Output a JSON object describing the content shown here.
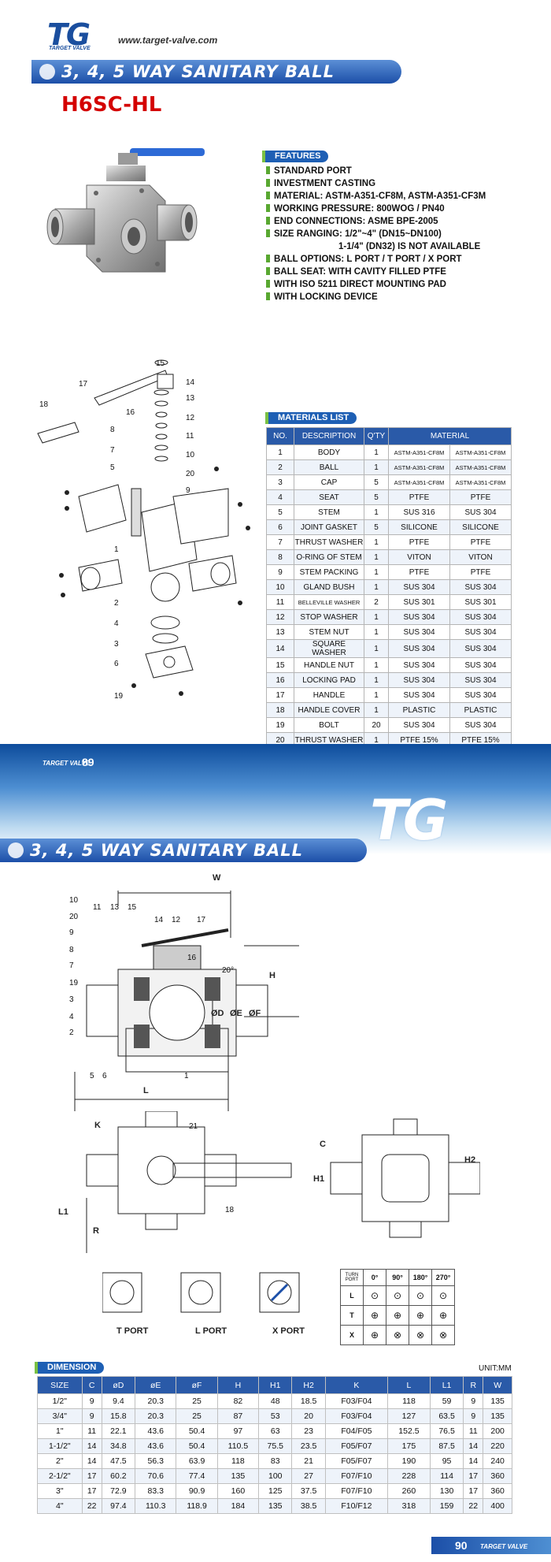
{
  "header": {
    "logo_text": "TG",
    "logo_sub": "TARGET VALVE",
    "url": "www.target-valve.com",
    "title": "3, 4, 5 WAY SANITARY BALL VALVE",
    "model": "H6SC-HL"
  },
  "features": {
    "heading": "FEATURES",
    "items": [
      "STANDARD PORT",
      "INVESTMENT CASTING",
      "MATERIAL: ASTM-A351-CF8M, ASTM-A351-CF3M",
      "WORKING PRESSURE: 800WOG / PN40",
      "END CONNECTIONS: ASME BPE-2005",
      "SIZE RANGING: 1/2\"~4\" (DN15~DN100)",
      "1-1/4\" (DN32) IS NOT AVAILABLE",
      "BALL OPTIONS: L PORT / T PORT / X PORT",
      "BALL SEAT: WITH CAVITY FILLED PTFE",
      "WITH ISO 5211 DIRECT MOUNTING PAD",
      "WITH LOCKING DEVICE"
    ]
  },
  "materials": {
    "heading": "MATERIALS LIST",
    "columns": [
      "NO.",
      "DESCRIPTION",
      "Q'TY",
      "MATERIAL"
    ],
    "rows": [
      [
        "1",
        "BODY",
        "1",
        "ASTM-A351-CF8M",
        "ASTM-A351-CF8M"
      ],
      [
        "2",
        "BALL",
        "1",
        "ASTM-A351-CF8M",
        "ASTM-A351-CF8M"
      ],
      [
        "3",
        "CAP",
        "5",
        "ASTM-A351-CF8M",
        "ASTM-A351-CF8M"
      ],
      [
        "4",
        "SEAT",
        "5",
        "PTFE",
        "PTFE"
      ],
      [
        "5",
        "STEM",
        "1",
        "SUS 316",
        "SUS 304"
      ],
      [
        "6",
        "JOINT GASKET",
        "5",
        "SILICONE",
        "SILICONE"
      ],
      [
        "7",
        "THRUST WASHER",
        "1",
        "PTFE",
        "PTFE"
      ],
      [
        "8",
        "O-RING OF STEM",
        "1",
        "VITON",
        "VITON"
      ],
      [
        "9",
        "STEM PACKING",
        "1",
        "PTFE",
        "PTFE"
      ],
      [
        "10",
        "GLAND BUSH",
        "1",
        "SUS 304",
        "SUS 304"
      ],
      [
        "11",
        "BELLEVILLE WASHER",
        "2",
        "SUS 301",
        "SUS 301"
      ],
      [
        "12",
        "STOP WASHER",
        "1",
        "SUS 304",
        "SUS 304"
      ],
      [
        "13",
        "STEM NUT",
        "1",
        "SUS 304",
        "SUS 304"
      ],
      [
        "14",
        "SQUARE WASHER",
        "1",
        "SUS 304",
        "SUS 304"
      ],
      [
        "15",
        "HANDLE NUT",
        "1",
        "SUS 304",
        "SUS 304"
      ],
      [
        "16",
        "LOCKING PAD",
        "1",
        "SUS 304",
        "SUS 304"
      ],
      [
        "17",
        "HANDLE",
        "1",
        "SUS 304",
        "SUS 304"
      ],
      [
        "18",
        "HANDLE COVER",
        "1",
        "PLASTIC",
        "PLASTIC"
      ],
      [
        "19",
        "BOLT",
        "20",
        "SUS 304",
        "SUS 304"
      ],
      [
        "20",
        "THRUST WASHER",
        "1",
        "PTFE 15%",
        "PTFE 15%"
      ]
    ]
  },
  "page1": {
    "footer_brand": "TARGET VALVE",
    "page_number": "89"
  },
  "page2": {
    "logo_text": "TG",
    "title": "3, 4, 5 WAY SANITARY BALL VALVE",
    "footer_brand": "TARGET VALVE",
    "page_number": "90"
  },
  "drawing": {
    "callouts_top": [
      "10",
      "20",
      "9",
      "8",
      "7",
      "19",
      "3",
      "4",
      "2",
      "11",
      "13",
      "15",
      "14",
      "12",
      "17",
      "16",
      "5",
      "6",
      "1"
    ],
    "dims": {
      "W": "W",
      "H": "H",
      "D": "ØD",
      "E": "ØE",
      "F": "ØF",
      "L": "L",
      "angle": "20°",
      "K": "K",
      "L1": "L1",
      "R": "R",
      "H1": "H1",
      "H2": "H2",
      "C": "C",
      "c21": "21",
      "c18": "18"
    },
    "port_labels": [
      "T PORT",
      "L PORT",
      "X PORT"
    ],
    "turn_table": {
      "corner_top": "TURN",
      "corner_bottom": "PORT",
      "angles": [
        "0°",
        "90°",
        "180°",
        "270°"
      ],
      "rows": [
        "L",
        "T",
        "X"
      ]
    },
    "exploded_callouts": [
      "15",
      "14",
      "13",
      "12",
      "11",
      "10",
      "20",
      "9",
      "17",
      "16",
      "18",
      "8",
      "7",
      "5",
      "1",
      "2",
      "4",
      "3",
      "6",
      "19"
    ]
  },
  "dimension": {
    "heading": "DIMENSION",
    "unit": "UNIT:MM",
    "columns": [
      "SIZE",
      "C",
      "øD",
      "øE",
      "øF",
      "H",
      "H1",
      "H2",
      "K",
      "L",
      "L1",
      "R",
      "W"
    ],
    "rows": [
      [
        "1/2\"",
        "9",
        "9.4",
        "20.3",
        "25",
        "82",
        "48",
        "18.5",
        "F03/F04",
        "118",
        "59",
        "9",
        "135"
      ],
      [
        "3/4\"",
        "9",
        "15.8",
        "20.3",
        "25",
        "87",
        "53",
        "20",
        "F03/F04",
        "127",
        "63.5",
        "9",
        "135"
      ],
      [
        "1\"",
        "11",
        "22.1",
        "43.6",
        "50.4",
        "97",
        "63",
        "23",
        "F04/F05",
        "152.5",
        "76.5",
        "11",
        "200"
      ],
      [
        "1-1/2\"",
        "14",
        "34.8",
        "43.6",
        "50.4",
        "110.5",
        "75.5",
        "23.5",
        "F05/F07",
        "175",
        "87.5",
        "14",
        "220"
      ],
      [
        "2\"",
        "14",
        "47.5",
        "56.3",
        "63.9",
        "118",
        "83",
        "21",
        "F05/F07",
        "190",
        "95",
        "14",
        "240"
      ],
      [
        "2-1/2\"",
        "17",
        "60.2",
        "70.6",
        "77.4",
        "135",
        "100",
        "27",
        "F07/F10",
        "228",
        "114",
        "17",
        "360"
      ],
      [
        "3\"",
        "17",
        "72.9",
        "83.3",
        "90.9",
        "160",
        "125",
        "37.5",
        "F07/F10",
        "260",
        "130",
        "17",
        "360"
      ],
      [
        "4\"",
        "22",
        "97.4",
        "110.3",
        "118.9",
        "184",
        "135",
        "38.5",
        "F10/F12",
        "318",
        "159",
        "22",
        "400"
      ]
    ]
  },
  "colors": {
    "brand_blue": "#1c4fa8",
    "model_red": "#d40000",
    "accent_green": "#59a831"
  }
}
